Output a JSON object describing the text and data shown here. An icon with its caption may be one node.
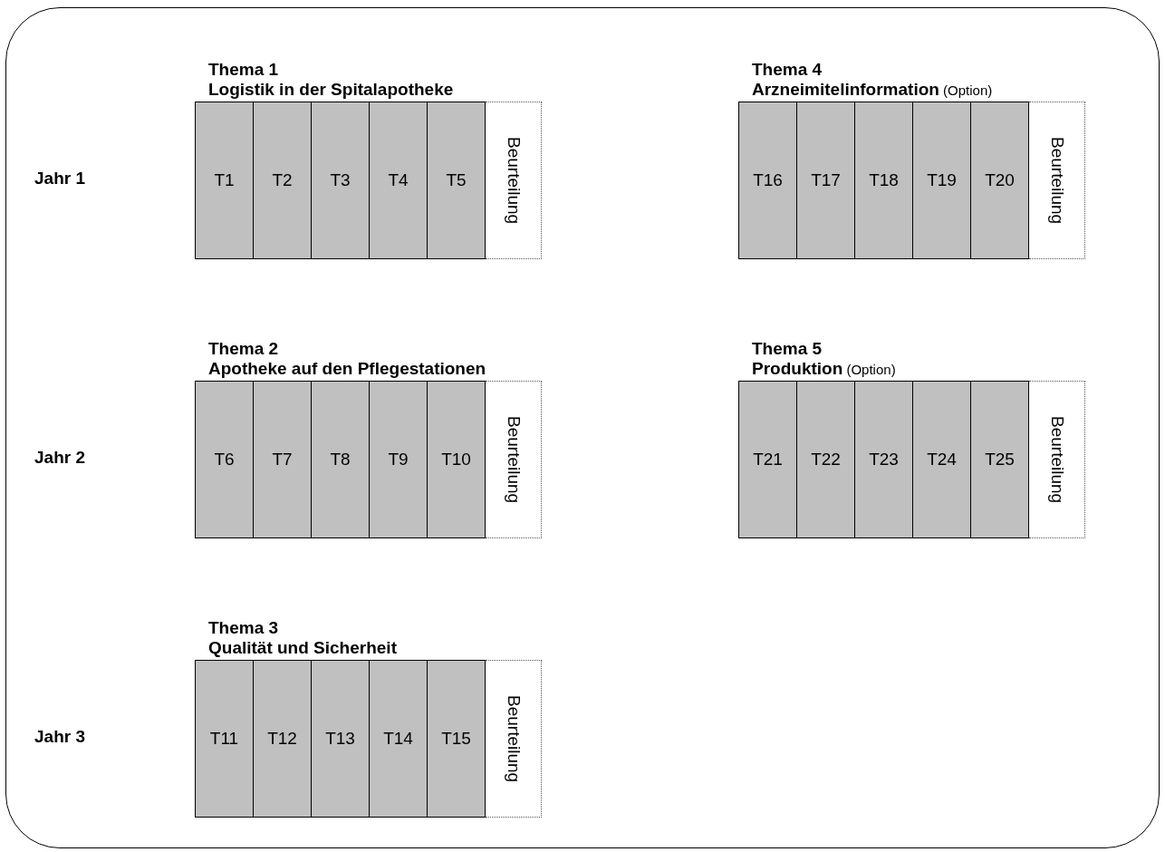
{
  "diagram": {
    "nodes": [
      {
        "text": [
          "Thema 1",
          "Logistik in der Spitalapotheke"
        ]
      },
      {
        "text": [
          "T1"
        ],
        "in": 0
      },
      {
        "text": [
          "T2"
        ],
        "in": 0
      },
      {
        "text": [
          "T3"
        ],
        "in": 0
      },
      {
        "text": [
          "T4"
        ],
        "in": 0
      },
      {
        "text": [
          "T5"
        ],
        "in": 0
      },
      {
        "text": [
          "Beurteilung"
        ],
        "in": 0
      },
      {
        "text": [
          "Thema 4",
          "**Arzneimitelinformation** (Option)"
        ]
      },
      {
        "text": [
          "T16"
        ],
        "in": 7
      },
      {
        "text": [
          "T17"
        ],
        "in": 7
      },
      {
        "text": [
          "T18"
        ],
        "in": 7
      },
      {
        "text": [
          "T19"
        ],
        "in": 7
      },
      {
        "text": [
          "T20"
        ],
        "in": 7
      },
      {
        "text": [
          "Beurteilung"
        ],
        "in": 7
      },
      {
        "text": [
          "Thema 2",
          "Apotheke auf den Pflegestationen"
        ]
      },
      {
        "text": [
          "T6"
        ],
        "in": 14
      },
      {
        "text": [
          "T7"
        ],
        "in": 14
      },
      {
        "text": [
          "T8"
        ],
        "in": 14
      },
      {
        "text": [
          "T9"
        ],
        "in": 14
      },
      {
        "text": [
          "T10"
        ],
        "in": 14
      },
      {
        "text": [
          "Beurteilung"
        ],
        "in": 14
      },
      {
        "text": [
          "Thema 5",
          "**Produktion** (Option)"
        ]
      },
      {
        "text": [
          "T21"
        ],
        "in": 21
      },
      {
        "text": [
          "T22"
        ],
        "in": 21
      },
      {
        "text": [
          "T23"
        ],
        "in": 21
      },
      {
        "text": [
          "T24"
        ],
        "in": 21
      },
      {
        "text": [
          "T25"
        ],
        "in": 21
      },
      {
        "text": [
          "Beurteilung"
        ],
        "in": 21
      },
      {
        "text": [
          "Thema 3",
          "Qualität und Sicherheit"
        ]
      },
      {
        "text": [
          "T11"
        ],
        "in": 28
      },
      {
        "text": [
          "T12"
        ],
        "in": 28
      },
      {
        "text": [
          "T13"
        ],
        "in": 28
      },
      {
        "text": [
          "T14"
        ],
        "in": 28
      },
      {
        "text": [
          "T15"
        ],
        "in": 28
      },
      {
        "text": [
          "Beurteilung"
        ],
        "in": 28
      }
    ],
    "edges": [],
    "labels": [
      "Jahr 1",
      "Jahr 2",
      "Jahr 3"
    ]
  }
}
